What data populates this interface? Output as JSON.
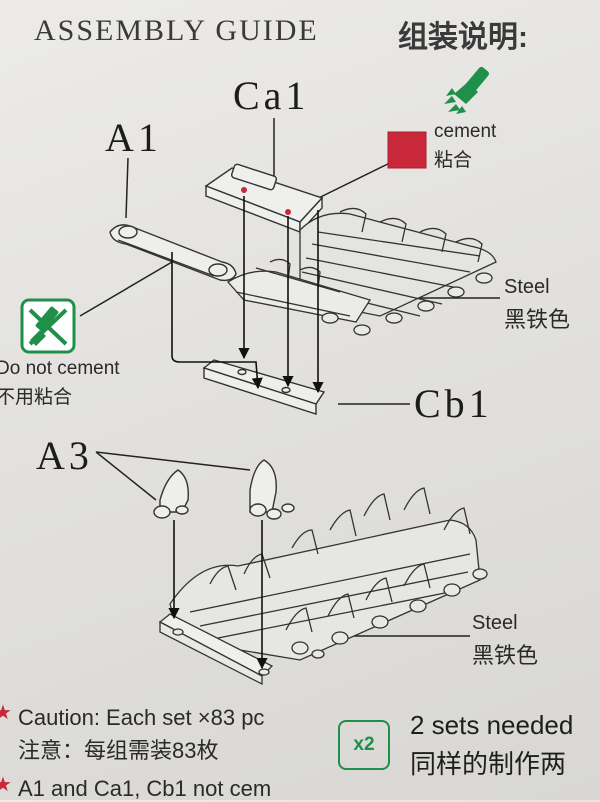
{
  "header": {
    "title_en": "ASSEMBLY GUIDE",
    "title_cn": "组装说明:"
  },
  "parts": {
    "ca1": "Ca1",
    "a1": "A1",
    "cb1": "Cb1",
    "a3": "A3"
  },
  "legend": {
    "cement_en": "cement",
    "cement_cn": "粘合",
    "no_cement_en": "Do not cement",
    "no_cement_cn": "不用粘合",
    "cement_color": "#c8283a",
    "no_cement_color": "#1f8f4a"
  },
  "color_callouts": {
    "steel_top_en": "Steel",
    "steel_top_cn": "黑铁色",
    "steel_bottom_en": "Steel",
    "steel_bottom_cn": "黑铁色"
  },
  "footer": {
    "caution_en": "Caution: Each set ×83 pc",
    "caution_cn": "注意：每组需装83枚",
    "note_partial": "A1 and Ca1, Cb1 not cem",
    "multiplier": "x2",
    "sets_en": "2 sets needed",
    "sets_cn": "同样的制作两",
    "star_color": "#c8283a"
  }
}
